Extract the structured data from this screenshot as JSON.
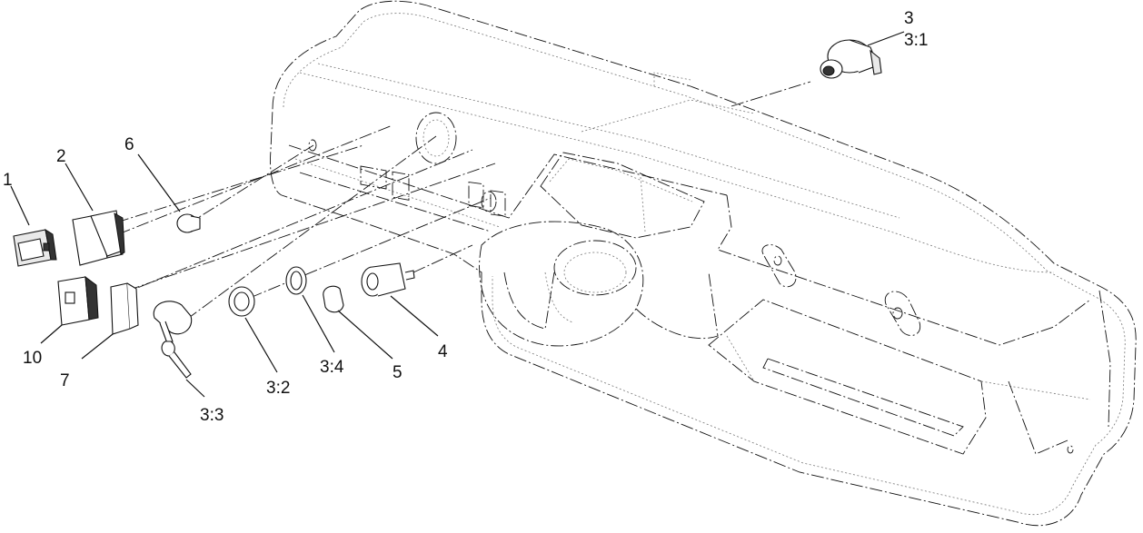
{
  "callouts": {
    "c1": "1",
    "c2": "2",
    "c3": "3",
    "c3_1": "3:1",
    "c3_2": "3:2",
    "c3_3": "3:3",
    "c3_4": "3:4",
    "c4": "4",
    "c5": "5",
    "c6": "6",
    "c7": "7",
    "c10": "10"
  }
}
